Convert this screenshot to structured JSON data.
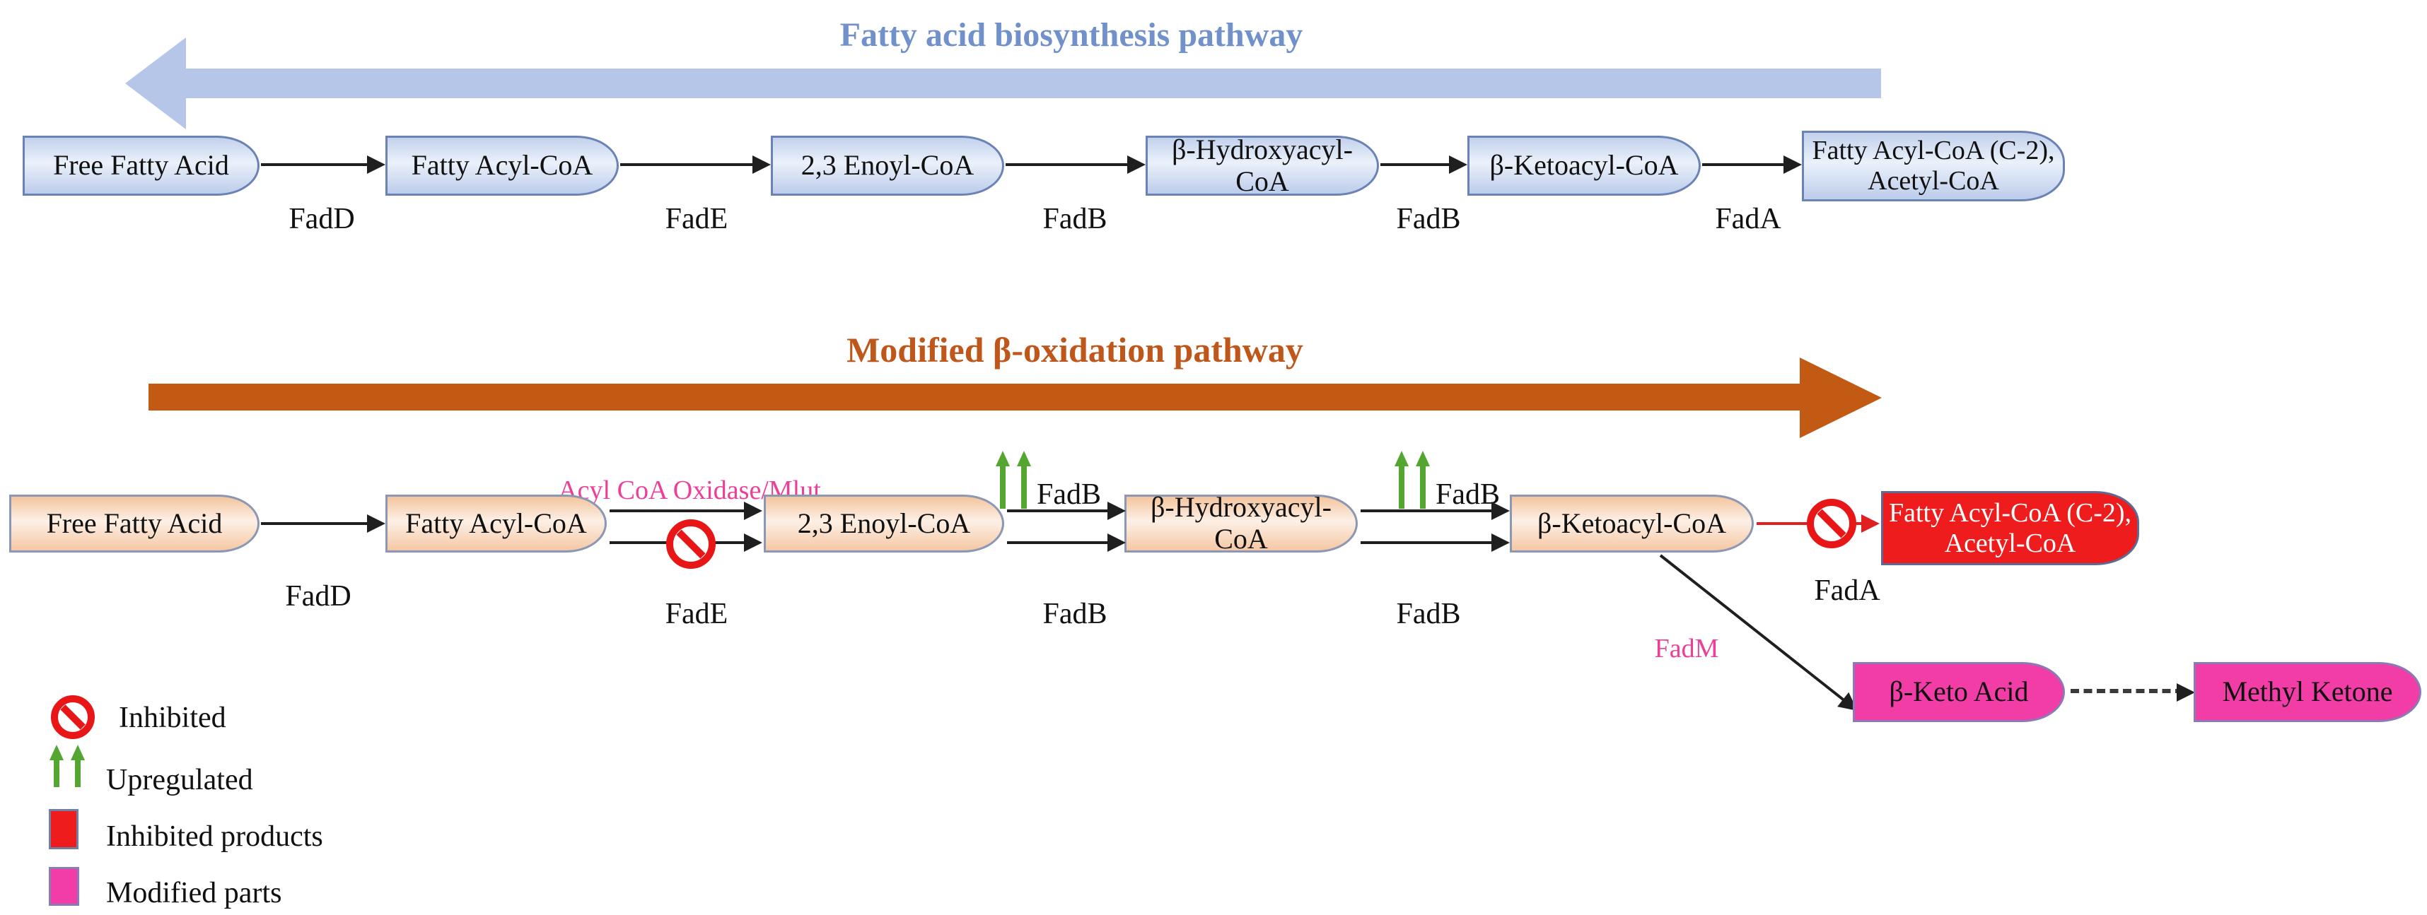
{
  "titles": {
    "biosynthesis": "Fatty acid biosynthesis pathway",
    "oxidation": "Modified β-oxidation pathway"
  },
  "top": {
    "boxes": [
      "Free Fatty Acid",
      "Fatty Acyl-CoA",
      "2,3 Enoyl-CoA",
      "β-Hydroxyacyl-CoA",
      "β-Ketoacyl-CoA"
    ],
    "product": [
      "Fatty Acyl-CoA (C-2),",
      "Acetyl-CoA"
    ],
    "enzymes": [
      "FadD",
      "FadE",
      "FadB",
      "FadB",
      "FadA"
    ]
  },
  "bottom": {
    "boxes": [
      "Free Fatty Acid",
      "Fatty Acyl-CoA",
      "2,3 Enoyl-CoA",
      "β-Hydroxyacyl-CoA",
      "β-Ketoacyl-CoA"
    ],
    "product": [
      "Fatty Acyl-CoA (C-2),",
      "Acetyl-CoA"
    ],
    "enzymes": [
      "FadD",
      "FadE",
      "FadB",
      "FadB",
      "FadA"
    ],
    "oxidase": "Acyl CoA Oxidase/Mlut",
    "upregulated": [
      "FadB",
      "FadB"
    ],
    "fadm": "FadM",
    "keto_acid": "β-Keto Acid",
    "methyl_ketone": "Methyl Ketone"
  },
  "legend": {
    "items": [
      {
        "symbol": "inhibited-icon",
        "label": "Inhibited"
      },
      {
        "symbol": "upregulated-icon",
        "label": "Upregulated"
      },
      {
        "symbol": "inhibited-products-swatch",
        "label": "Inhibited products"
      },
      {
        "symbol": "modified-parts-swatch",
        "label": "Modified parts"
      }
    ]
  },
  "colors": {
    "biosynthesis_title": "#7191cb",
    "biosynthesis_arrow": "#b5c6e8",
    "oxidation_title": "#c0571a",
    "oxidation_arrow": "#c25a13",
    "blue_box_fill": "#d4e0f2",
    "peach_box_fill": "#f9d9bf",
    "inhibited_red": "#e81616",
    "inhibited_product_red": "#ee1c1c",
    "modified_pink": "#f23ca6",
    "enzyme_pink_text": "#ee3f98",
    "upregulated_green": "#55a630"
  }
}
